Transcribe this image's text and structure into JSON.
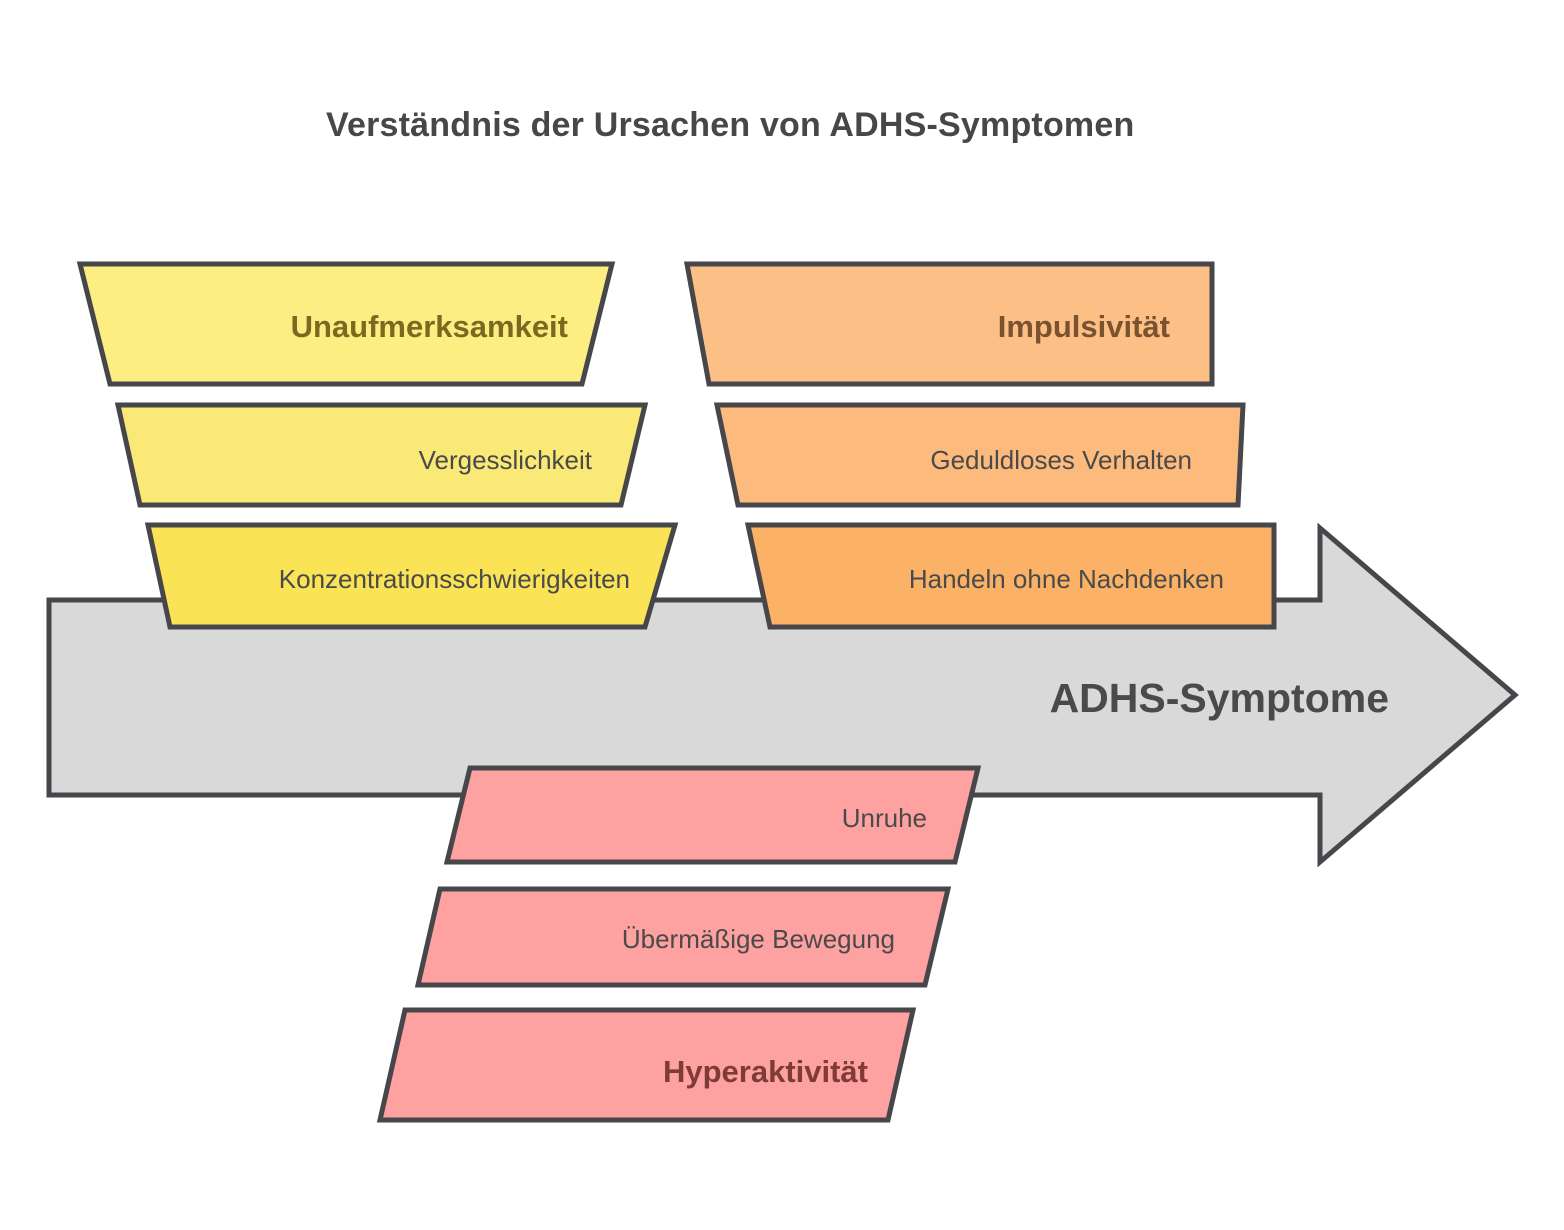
{
  "title": "Verständnis der Ursachen von ADHS-Symptomen",
  "arrow": {
    "label": "ADHS-Symptome",
    "fill": "#d9d9d9",
    "stroke": "#46464b"
  },
  "palette": {
    "stroke": "#46464b",
    "title_color": "#474747",
    "arrow_label_color": "#4a4a4a",
    "yellow_light": "#fcee82",
    "yellow_mid": "#fbe977",
    "yellow_strong": "#fae456",
    "yellow_text_bold": "#7a6a1f",
    "yellow_text": "#4a4a4a",
    "orange_light": "#fcbf85",
    "orange_mid": "#fcbb7d",
    "orange_strong": "#fcb266",
    "orange_text_bold": "#7a5230",
    "orange_text": "#4a4a4a",
    "pink": "#fda1a1",
    "pink_text_bold": "#7f3b38",
    "pink_text": "#4a4a4a"
  },
  "groups": [
    {
      "id": "inattention",
      "color_name": "yellow",
      "nodes": [
        {
          "label": "Unaufmerksamkeit",
          "emphasis": "bold",
          "fill": "#fcee82",
          "text_color": "#7a6a1f"
        },
        {
          "label": "Vergesslichkeit",
          "emphasis": "normal",
          "fill": "#fbe977",
          "text_color": "#4a4a4a"
        },
        {
          "label": "Konzentrationsschwierigkeiten",
          "emphasis": "normal",
          "fill": "#fae456",
          "text_color": "#4a4a4a"
        }
      ]
    },
    {
      "id": "impulsivity",
      "color_name": "orange",
      "nodes": [
        {
          "label": "Impulsivität",
          "emphasis": "bold",
          "fill": "#fcbf85",
          "text_color": "#7a5230"
        },
        {
          "label": "Geduldloses Verhalten",
          "emphasis": "normal",
          "fill": "#fcbb7d",
          "text_color": "#4a4a4a"
        },
        {
          "label": "Handeln ohne Nachdenken",
          "emphasis": "normal",
          "fill": "#fcb266",
          "text_color": "#4a4a4a"
        }
      ]
    },
    {
      "id": "hyperactivity",
      "color_name": "pink",
      "nodes": [
        {
          "label": "Unruhe",
          "emphasis": "normal",
          "fill": "#fda1a1",
          "text_color": "#4a4a4a"
        },
        {
          "label": "Übermäßige Bewegung",
          "emphasis": "normal",
          "fill": "#fda1a1",
          "text_color": "#4a4a4a"
        },
        {
          "label": "Hyperaktivität",
          "emphasis": "bold",
          "fill": "#fda1a1",
          "text_color": "#7f3b38"
        }
      ]
    }
  ]
}
